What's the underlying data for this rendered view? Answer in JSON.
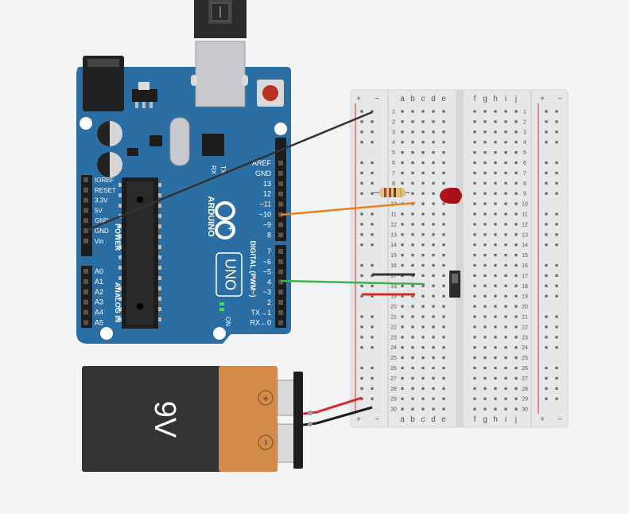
{
  "arduino": {
    "brand": "ARDUINO",
    "model": "UNO",
    "on_label": "ON",
    "rx_label": "RX",
    "tx_label": "TX",
    "power_title": "POWER",
    "analog_title": "ANALOG IN",
    "digital_title": "DIGITAL (PWM~)",
    "power_pins": [
      "IOREF",
      "RESET",
      "3.3V",
      "5V",
      "GND",
      "GND",
      "Vin"
    ],
    "analog_pins": [
      "A0",
      "A1",
      "A2",
      "A3",
      "A4",
      "A5"
    ],
    "digital_top": [
      "AREF",
      "GND",
      "13",
      "12",
      "~11",
      "~10",
      "~9",
      "8"
    ],
    "digital_bottom": [
      "7",
      "~6",
      "~5",
      "4",
      "~3",
      "2",
      "TX→1",
      "RX←0"
    ]
  },
  "battery": {
    "label": "9V",
    "plus": "+",
    "minus": "−"
  },
  "breadboard": {
    "rail_plus": "+",
    "rail_minus": "−",
    "cols_left": [
      "a",
      "b",
      "c",
      "d",
      "e"
    ],
    "cols_right": [
      "f",
      "g",
      "h",
      "i",
      "j"
    ],
    "rows": 30
  },
  "wires": {
    "gnd_color": "#333333",
    "pin10_color": "#e8821e",
    "pin4_color": "#3cb44b",
    "power_color": "#d42a2a"
  },
  "colors": {
    "board": "#2b6ea3",
    "battery_body": "#333333",
    "battery_cap": "#d38b4a",
    "led": "#b5121b"
  }
}
